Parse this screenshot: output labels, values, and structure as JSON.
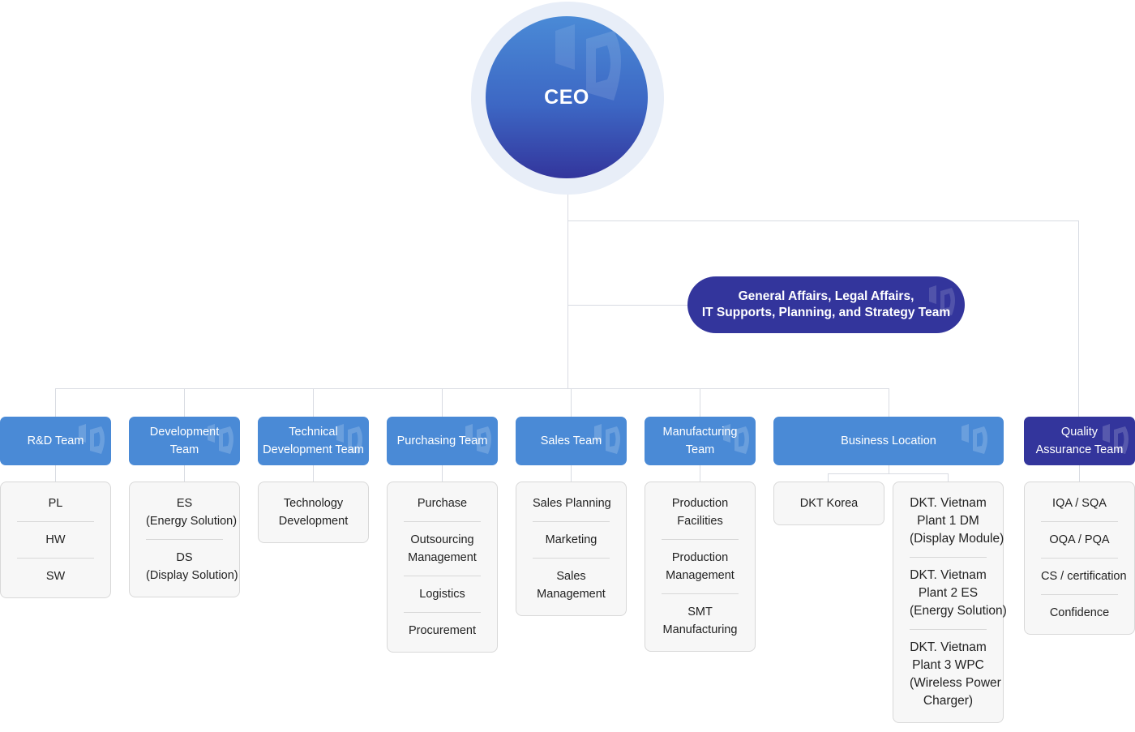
{
  "ceo": {
    "label": "CEO"
  },
  "general_affairs": {
    "line1": "General Affairs, Legal Affairs,",
    "line2": "IT Supports, Planning, and Strategy Team"
  },
  "colors": {
    "light_blue": "#4a8ad6",
    "dark_indigo": "#33359c",
    "box_background": "#f7f7f7",
    "connector": "#d8dbe2"
  },
  "teams": [
    {
      "name": "rd-team",
      "lines": [
        "R&D Team"
      ],
      "items": [
        [
          "PL"
        ],
        [
          "HW"
        ],
        [
          "SW"
        ]
      ]
    },
    {
      "name": "development-team",
      "lines": [
        "Development",
        "Team"
      ],
      "items": [
        [
          "ES",
          "(Energy Solution)"
        ],
        [
          "DS",
          "(Display Solution)"
        ]
      ]
    },
    {
      "name": "technical-development-team",
      "lines": [
        "Technical",
        "Development Team"
      ],
      "items": [
        [
          "Technology",
          "Development"
        ]
      ]
    },
    {
      "name": "purchasing-team",
      "lines": [
        "Purchasing Team"
      ],
      "items": [
        [
          "Purchase"
        ],
        [
          "Outsourcing",
          "Management"
        ],
        [
          "Logistics"
        ],
        [
          "Procurement"
        ]
      ]
    },
    {
      "name": "sales-team",
      "lines": [
        "Sales Team"
      ],
      "items": [
        [
          "Sales Planning"
        ],
        [
          "Marketing"
        ],
        [
          "Sales",
          "Management"
        ]
      ]
    },
    {
      "name": "manufacturing-team",
      "lines": [
        "Manufacturing",
        "Team"
      ],
      "items": [
        [
          "Production",
          "Facilities"
        ],
        [
          "Production",
          "Management"
        ],
        [
          "SMT",
          "Manufacturing"
        ]
      ]
    },
    {
      "name": "business-location",
      "lines": [
        "Business Location"
      ],
      "items": []
    },
    {
      "name": "quality-assurance-team",
      "lines": [
        "Quality",
        "Assurance Team"
      ],
      "items": [
        [
          "IQA / SQA"
        ],
        [
          "OQA / PQA"
        ],
        [
          "CS / certification"
        ],
        [
          "Confidence"
        ]
      ]
    }
  ],
  "locations": [
    {
      "name": "dkt-korea",
      "items": [
        [
          "DKT Korea"
        ]
      ]
    },
    {
      "name": "dkt-vietnam",
      "items": [
        [
          "DKT. Vietnam",
          "Plant 1 DM",
          "(Display Module)"
        ],
        [
          "DKT. Vietnam",
          "Plant 2 ES",
          "(Energy Solution)"
        ],
        [
          "DKT. Vietnam",
          "Plant 3 WPC",
          "(Wireless Power",
          "Charger)"
        ]
      ]
    }
  ]
}
